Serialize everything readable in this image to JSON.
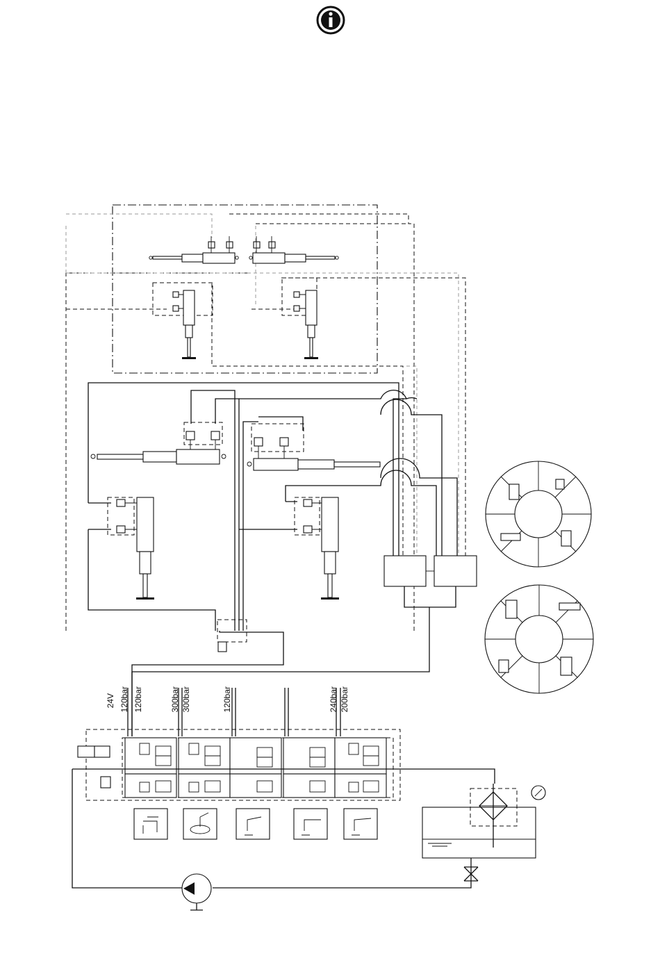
{
  "header": {
    "info_icon": "info-circle-icon"
  },
  "pressure_labels": [
    {
      "id": "voltage",
      "text": "24V"
    },
    {
      "id": "p1",
      "text": "120bar"
    },
    {
      "id": "p2",
      "text": "120bar"
    },
    {
      "id": "p3",
      "text": "300bar"
    },
    {
      "id": "p4",
      "text": "300bar"
    },
    {
      "id": "p5",
      "text": "120bar"
    },
    {
      "id": "p6",
      "text": "240bar"
    },
    {
      "id": "p7",
      "text": "200bar"
    }
  ],
  "function_icons": [
    "outrigger-extend-icon",
    "rotation-icon",
    "boom-raise-icon",
    "boom-lower-icon",
    "telescope-icon"
  ],
  "indicator_discs": [
    "outrigger-indicator-disc-top",
    "outrigger-indicator-disc-bottom"
  ]
}
